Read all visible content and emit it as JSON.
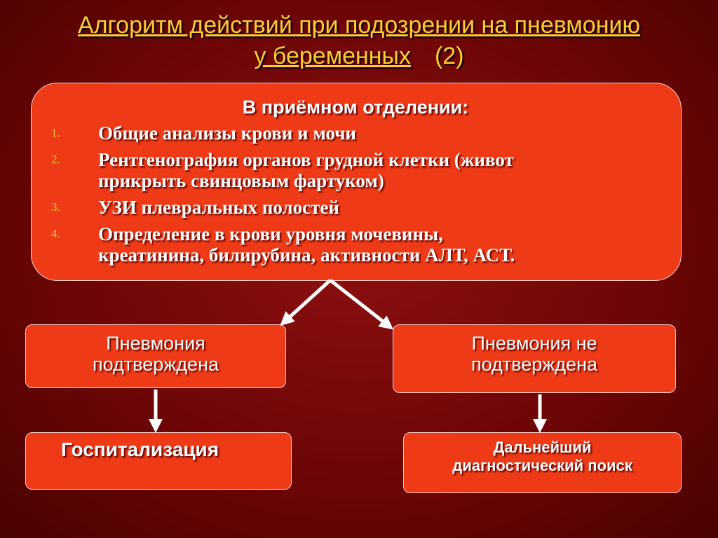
{
  "title": {
    "line1": "Алгоритм действий при подозрении на пневмонию",
    "line2": "у беременных",
    "line2_suffix": "(2)"
  },
  "main": {
    "heading": "В приёмном отделении:",
    "items": [
      {
        "num": "1.",
        "lines": [
          "Общие анализы крови и мочи"
        ]
      },
      {
        "num": "2.",
        "lines": [
          "Рентгенография органов грудной клетки (живот",
          "прикрыть свинцовым фартуком)"
        ]
      },
      {
        "num": "3.",
        "lines": [
          "УЗИ плевральных полостей"
        ]
      },
      {
        "num": "4.",
        "lines": [
          "Определение в крови уровня мочевины,",
          "креатинина, билирубина, активности АЛТ, АСТ."
        ]
      }
    ]
  },
  "branches": {
    "confirmed": [
      "Пневмония",
      "подтверждена"
    ],
    "not_confirmed": [
      "Пневмония не",
      "подтверждена"
    ]
  },
  "outcomes": {
    "hospitalization": "Госпитализация",
    "further_search": [
      "Дальнейший",
      "диагностический поиск"
    ]
  },
  "colors": {
    "background": "#7a0808",
    "box_fill": "#ee3a17",
    "box_border": "#f6d0c6",
    "title_text": "#ffcc33",
    "list_number": "#ffcc33",
    "arrow": "#ffffff"
  }
}
